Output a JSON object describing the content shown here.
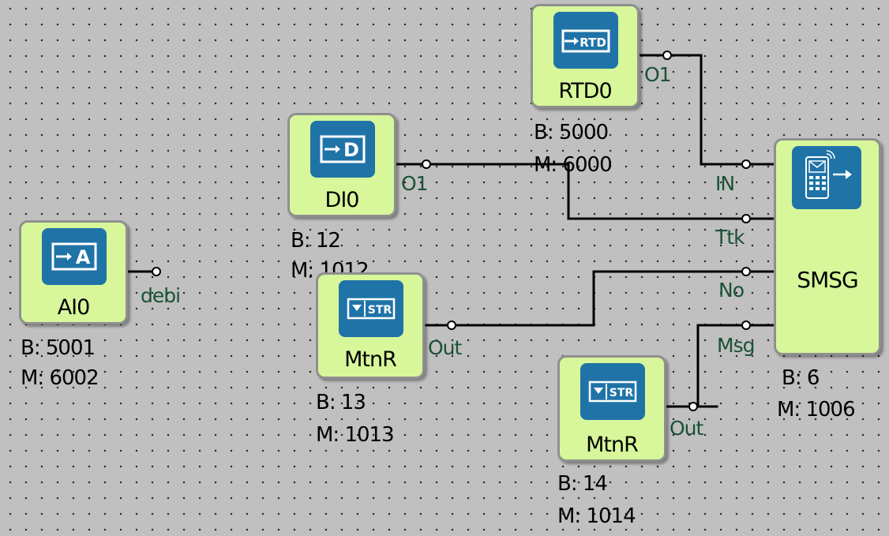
{
  "blocks": {
    "ai0": {
      "title": "AI0",
      "icon_label": "A",
      "icon": "analog-input-icon",
      "output_pin": "debi",
      "b_addr": "B: 5001",
      "m_addr": "M: 6002"
    },
    "di0": {
      "title": "DI0",
      "icon_label": "D",
      "icon": "digital-input-icon",
      "output_pin": "O1",
      "b_addr": "B: 12",
      "m_addr": "M: 1012"
    },
    "rtd0": {
      "title": "RTD0",
      "icon_label": "RTD",
      "icon": "rtd-input-icon",
      "output_pin": "O1",
      "b_addr": "B: 5000",
      "m_addr": "M: 6000"
    },
    "mtnr1": {
      "title": "MtnR",
      "icon_label": "STR",
      "icon": "string-constant-icon",
      "output_pin": "Out",
      "b_addr": "B: 13",
      "m_addr": "M: 1013"
    },
    "mtnr2": {
      "title": "MtnR",
      "icon_label": "STR",
      "icon": "string-constant-icon",
      "output_pin": "Out",
      "b_addr": "B: 14",
      "m_addr": "M: 1014"
    },
    "smsg": {
      "title": "SMSG",
      "icon": "sms-phone-icon",
      "inputs": [
        "IN",
        "Ttk",
        "No",
        "Msg"
      ],
      "b_addr": "B: 6",
      "m_addr": "M: 1006"
    }
  },
  "colors": {
    "canvas": "#c0c0c0",
    "block_fill": "#d7f79a",
    "block_border": "#8f8f8f",
    "icon_fill": "#1f73a7",
    "pin_text": "#1a5236",
    "wire": "#000000"
  }
}
